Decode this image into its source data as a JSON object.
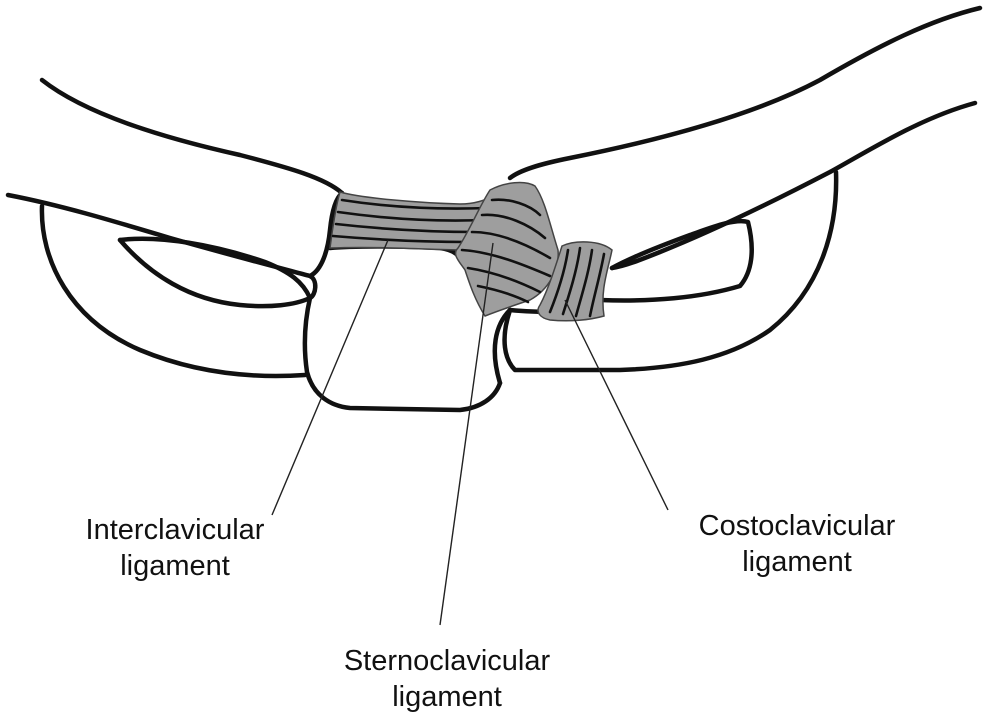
{
  "labels": {
    "interclavicular": {
      "line1": "Interclavicular",
      "line2": "ligament"
    },
    "costoclavicular": {
      "line1": "Costoclavicular",
      "line2": "ligament"
    },
    "sternoclavicular": {
      "line1": "Sternoclavicular",
      "line2": "ligament"
    }
  },
  "colors": {
    "outline": "#111111",
    "ligament_fill": "#9e9e9e",
    "background": "#ffffff"
  }
}
